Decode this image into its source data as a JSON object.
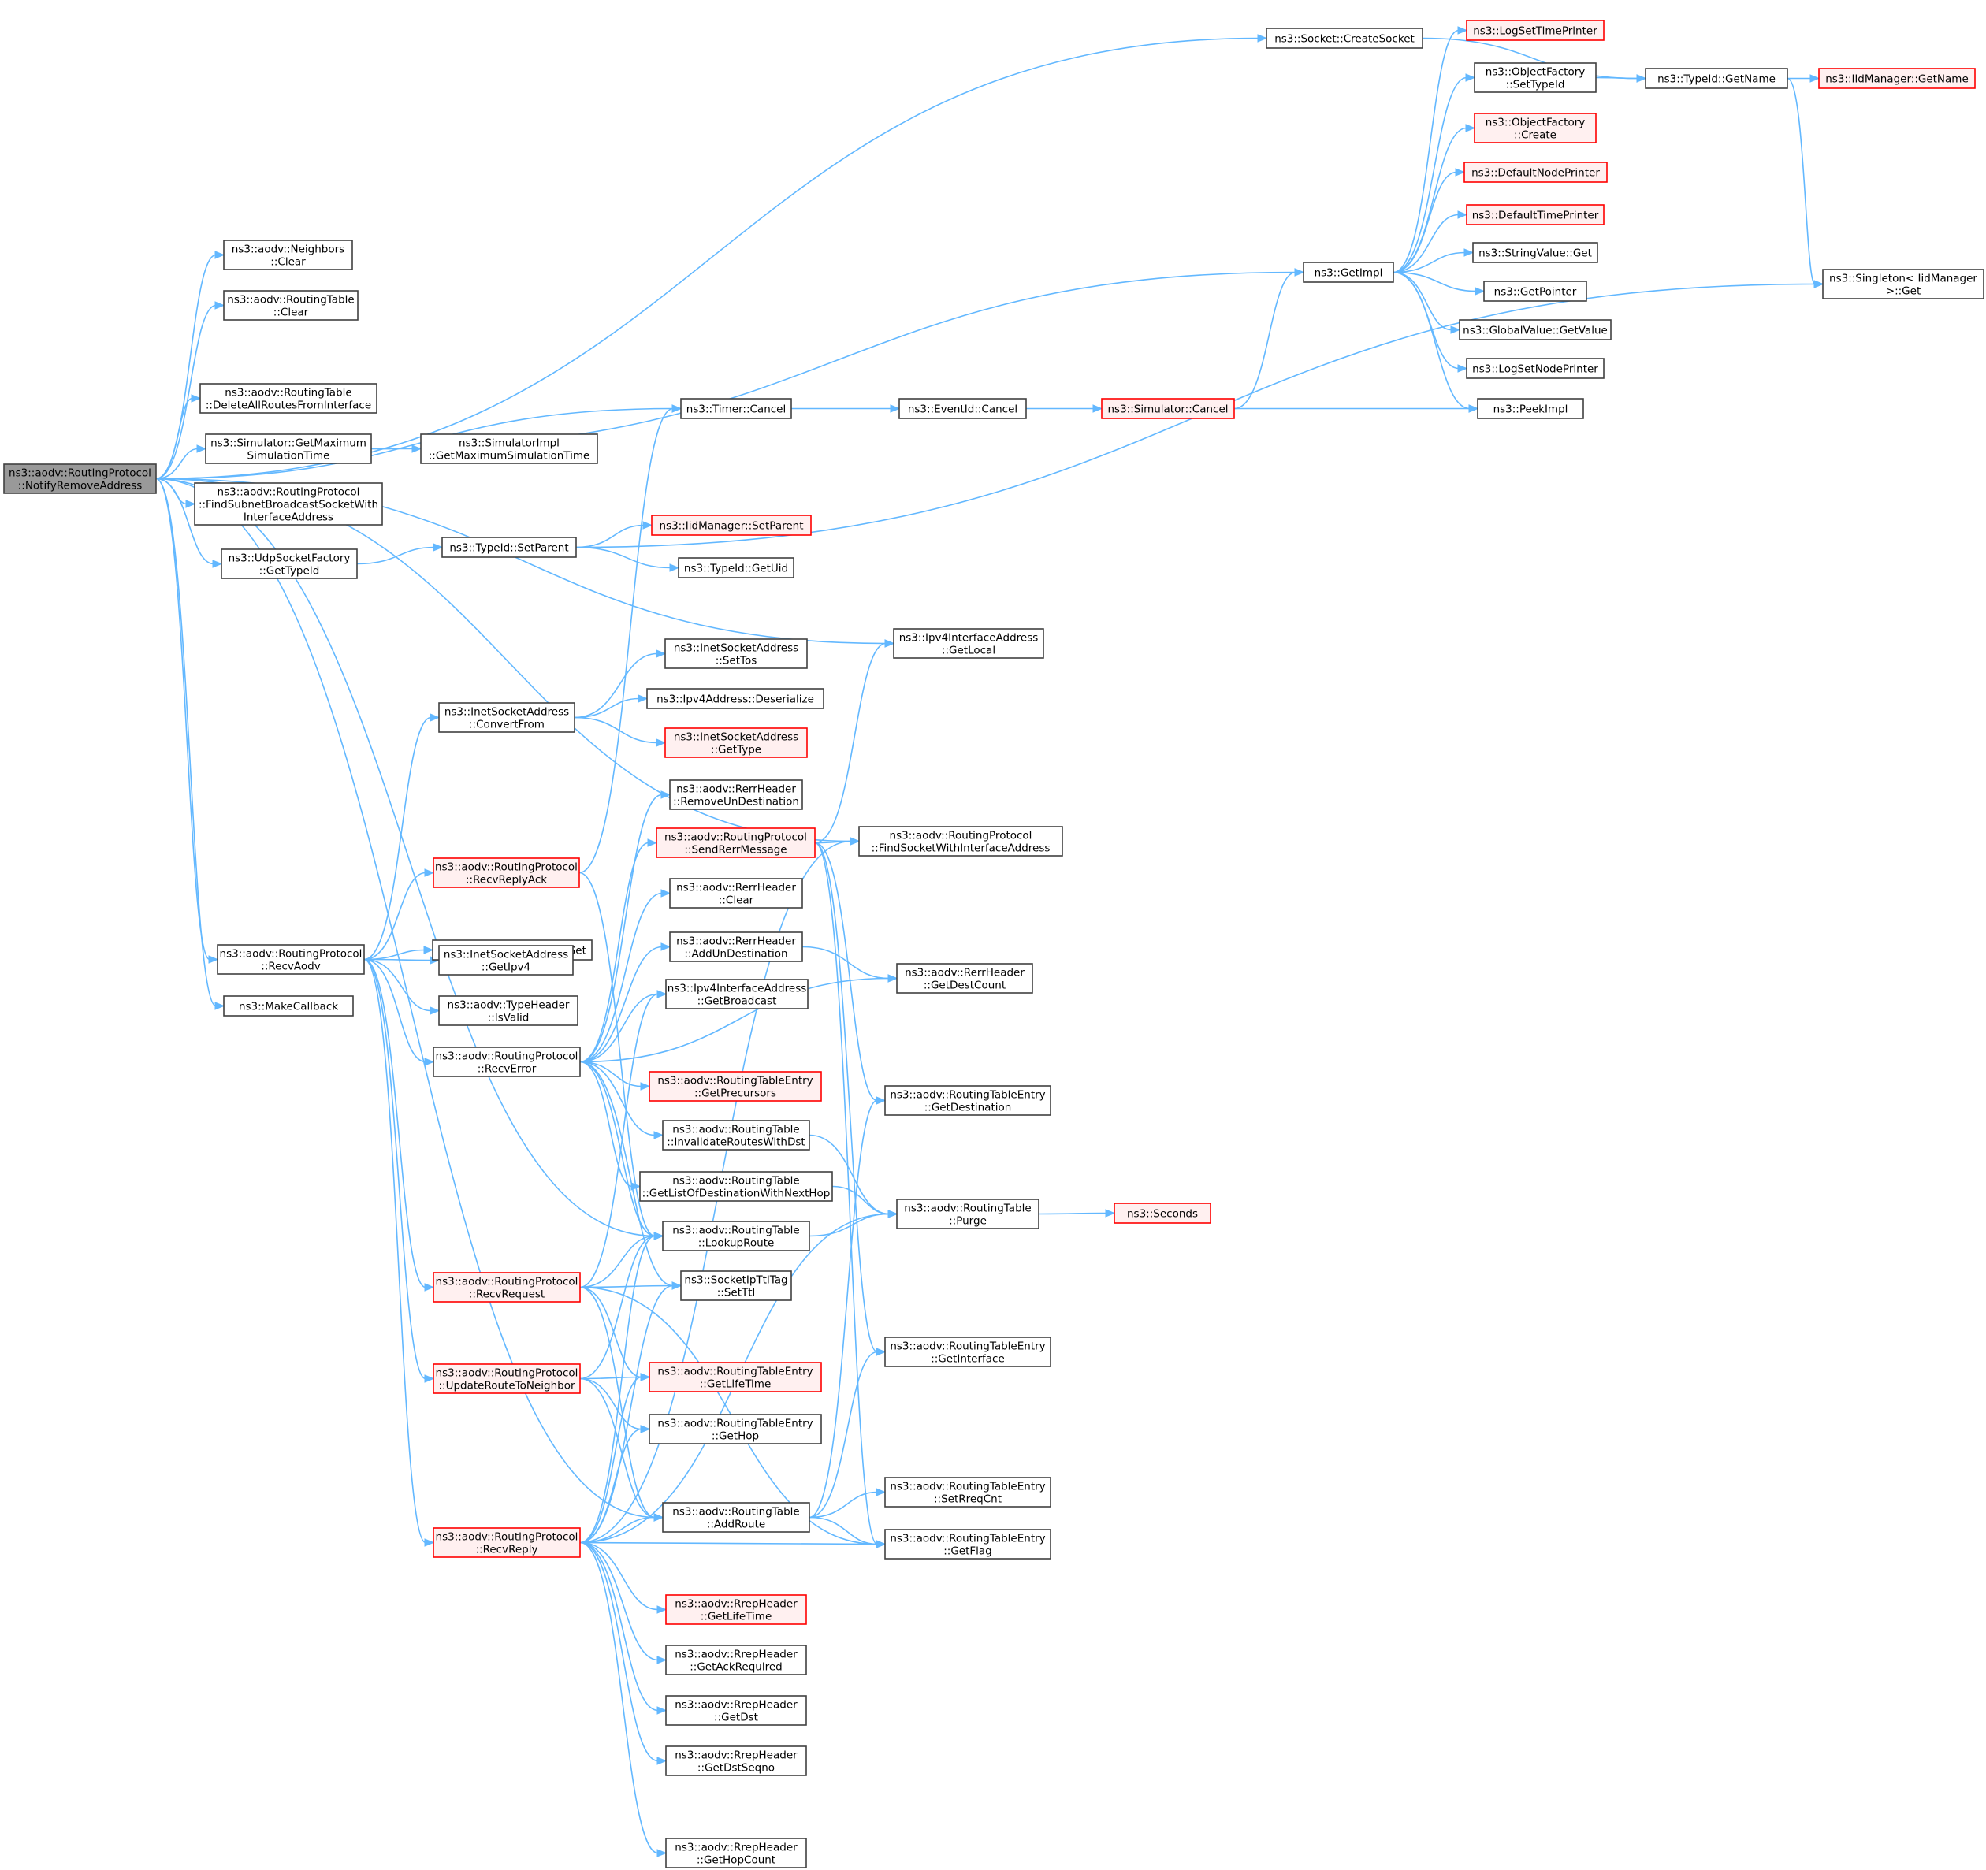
{
  "nodes": [
    {
      "id": "root",
      "lines": [
        "ns3::aodv::RoutingProtocol",
        "::NotifyRemoveAddress"
      ],
      "root": true
    },
    {
      "id": "createsocket",
      "lines": [
        "ns3::Socket::CreateSocket"
      ]
    },
    {
      "id": "nb_clear",
      "lines": [
        "ns3::aodv::Neighbors",
        "::Clear"
      ]
    },
    {
      "id": "rt_clear",
      "lines": [
        "ns3::aodv::RoutingTable",
        "::Clear"
      ]
    },
    {
      "id": "deleteall",
      "lines": [
        "ns3::aodv::RoutingTable",
        "::DeleteAllRoutesFromInterface"
      ]
    },
    {
      "id": "getmaxsim",
      "lines": [
        "ns3::Simulator::GetMaximum",
        "SimulationTime"
      ]
    },
    {
      "id": "impl_getmax",
      "lines": [
        "ns3::SimulatorImpl",
        "::GetMaximumSimulationTime"
      ]
    },
    {
      "id": "findsubnet",
      "lines": [
        "ns3::aodv::RoutingProtocol",
        "::FindSubnetBroadcastSocketWith",
        "InterfaceAddress"
      ]
    },
    {
      "id": "udp_gettypeid",
      "lines": [
        "ns3::UdpSocketFactory",
        "::GetTypeId"
      ]
    },
    {
      "id": "setparent",
      "lines": [
        "ns3::TypeId::SetParent"
      ]
    },
    {
      "id": "iid_setparent",
      "lines": [
        "ns3::IidManager::SetParent"
      ],
      "red": true
    },
    {
      "id": "getuid",
      "lines": [
        "ns3::TypeId::GetUid"
      ]
    },
    {
      "id": "timer_cancel",
      "lines": [
        "ns3::Timer::Cancel"
      ]
    },
    {
      "id": "eventid_cancel",
      "lines": [
        "ns3::EventId::Cancel"
      ]
    },
    {
      "id": "sim_cancel",
      "lines": [
        "ns3::Simulator::Cancel"
      ],
      "red": true
    },
    {
      "id": "peekimpl",
      "lines": [
        "ns3::PeekImpl"
      ]
    },
    {
      "id": "getimpl",
      "lines": [
        "ns3::GetImpl"
      ]
    },
    {
      "id": "logsettime",
      "lines": [
        "ns3::LogSetTimePrinter"
      ],
      "red": true
    },
    {
      "id": "of_settypeid",
      "lines": [
        "ns3::ObjectFactory",
        "::SetTypeId"
      ]
    },
    {
      "id": "of_create",
      "lines": [
        "ns3::ObjectFactory",
        "::Create"
      ],
      "red": true
    },
    {
      "id": "defnode",
      "lines": [
        "ns3::DefaultNodePrinter"
      ],
      "red": true
    },
    {
      "id": "deftime",
      "lines": [
        "ns3::DefaultTimePrinter"
      ],
      "red": true
    },
    {
      "id": "strget",
      "lines": [
        "ns3::StringValue::Get"
      ]
    },
    {
      "id": "getpointer",
      "lines": [
        "ns3::GetPointer"
      ]
    },
    {
      "id": "gv_getvalue",
      "lines": [
        "ns3::GlobalValue::GetValue"
      ]
    },
    {
      "id": "logsetnode",
      "lines": [
        "ns3::LogSetNodePrinter"
      ]
    },
    {
      "id": "typeid_getname",
      "lines": [
        "ns3::TypeId::GetName"
      ]
    },
    {
      "id": "iid_getname",
      "lines": [
        "ns3::IidManager::GetName"
      ],
      "red": true
    },
    {
      "id": "singleton",
      "lines": [
        "ns3::Singleton< IidManager",
        ">::Get"
      ]
    },
    {
      "id": "ipv4_getlocal",
      "lines": [
        "ns3::Ipv4InterfaceAddress",
        "::GetLocal"
      ]
    },
    {
      "id": "findsocket",
      "lines": [
        "ns3::aodv::RoutingProtocol",
        "::FindSocketWithInterfaceAddress"
      ]
    },
    {
      "id": "recvaodv",
      "lines": [
        "ns3::aodv::RoutingProtocol",
        "::RecvAodv"
      ]
    },
    {
      "id": "makecallback",
      "lines": [
        "ns3::MakeCallback"
      ]
    },
    {
      "id": "convertfrom",
      "lines": [
        "ns3::InetSocketAddress",
        "::ConvertFrom"
      ]
    },
    {
      "id": "settos",
      "lines": [
        "ns3::InetSocketAddress",
        "::SetTos"
      ]
    },
    {
      "id": "deserialize",
      "lines": [
        "ns3::Ipv4Address::Deserialize"
      ]
    },
    {
      "id": "inet_gettype",
      "lines": [
        "ns3::InetSocketAddress",
        "::GetType"
      ],
      "red": true
    },
    {
      "id": "recvreplyack",
      "lines": [
        "ns3::aodv::RoutingProtocol",
        "::RecvReplyAck"
      ],
      "red": true
    },
    {
      "id": "typeheader_get",
      "lines": [
        "ns3::aodv::TypeHeader::Get"
      ]
    },
    {
      "id": "getipv4",
      "lines": [
        "ns3::InetSocketAddress",
        "::GetIpv4"
      ]
    },
    {
      "id": "isvalid",
      "lines": [
        "ns3::aodv::TypeHeader",
        "::IsValid"
      ]
    },
    {
      "id": "recverror",
      "lines": [
        "ns3::aodv::RoutingProtocol",
        "::RecvError"
      ]
    },
    {
      "id": "recvrequest",
      "lines": [
        "ns3::aodv::RoutingProtocol",
        "::RecvRequest"
      ],
      "red": true
    },
    {
      "id": "updateroute",
      "lines": [
        "ns3::aodv::RoutingProtocol",
        "::UpdateRouteToNeighbor"
      ],
      "red": true
    },
    {
      "id": "recvreply",
      "lines": [
        "ns3::aodv::RoutingProtocol",
        "::RecvReply"
      ],
      "red": true
    },
    {
      "id": "removeundest",
      "lines": [
        "ns3::aodv::RerrHeader",
        "::RemoveUnDestination"
      ]
    },
    {
      "id": "sendrerr",
      "lines": [
        "ns3::aodv::RoutingProtocol",
        "::SendRerrMessage"
      ],
      "red": true
    },
    {
      "id": "rerr_clear",
      "lines": [
        "ns3::aodv::RerrHeader",
        "::Clear"
      ]
    },
    {
      "id": "addundest",
      "lines": [
        "ns3::aodv::RerrHeader",
        "::AddUnDestination"
      ]
    },
    {
      "id": "getbroadcast",
      "lines": [
        "ns3::Ipv4InterfaceAddress",
        "::GetBroadcast"
      ]
    },
    {
      "id": "getdestcount",
      "lines": [
        "ns3::aodv::RerrHeader",
        "::GetDestCount"
      ]
    },
    {
      "id": "getprecursors",
      "lines": [
        "ns3::aodv::RoutingTableEntry",
        "::GetPrecursors"
      ],
      "red": true
    },
    {
      "id": "invalidate",
      "lines": [
        "ns3::aodv::RoutingTable",
        "::InvalidateRoutesWithDst"
      ]
    },
    {
      "id": "getlistdest",
      "lines": [
        "ns3::aodv::RoutingTable",
        "::GetListOfDestinationWithNextHop"
      ]
    },
    {
      "id": "lookuproute",
      "lines": [
        "ns3::aodv::RoutingTable",
        "::LookupRoute"
      ]
    },
    {
      "id": "setttl",
      "lines": [
        "ns3::SocketIpTtlTag",
        "::SetTtl"
      ]
    },
    {
      "id": "rte_getlifetime",
      "lines": [
        "ns3::aodv::RoutingTableEntry",
        "::GetLifeTime"
      ],
      "red": true
    },
    {
      "id": "rte_gethop",
      "lines": [
        "ns3::aodv::RoutingTableEntry",
        "::GetHop"
      ]
    },
    {
      "id": "addroute",
      "lines": [
        "ns3::aodv::RoutingTable",
        "::AddRoute"
      ]
    },
    {
      "id": "rrep_getlifetime",
      "lines": [
        "ns3::aodv::RrepHeader",
        "::GetLifeTime"
      ],
      "red": true
    },
    {
      "id": "getackreq",
      "lines": [
        "ns3::aodv::RrepHeader",
        "::GetAckRequired"
      ]
    },
    {
      "id": "getdst",
      "lines": [
        "ns3::aodv::RrepHeader",
        "::GetDst"
      ]
    },
    {
      "id": "getdstseqno",
      "lines": [
        "ns3::aodv::RrepHeader",
        "::GetDstSeqno"
      ]
    },
    {
      "id": "gethopcount",
      "lines": [
        "ns3::aodv::RrepHeader",
        "::GetHopCount"
      ]
    },
    {
      "id": "rte_getdest",
      "lines": [
        "ns3::aodv::RoutingTableEntry",
        "::GetDestination"
      ]
    },
    {
      "id": "purge",
      "lines": [
        "ns3::aodv::RoutingTable",
        "::Purge"
      ]
    },
    {
      "id": "seconds",
      "lines": [
        "ns3::Seconds"
      ],
      "red": true
    },
    {
      "id": "rte_getinterface",
      "lines": [
        "ns3::aodv::RoutingTableEntry",
        "::GetInterface"
      ]
    },
    {
      "id": "setrreqcnt",
      "lines": [
        "ns3::aodv::RoutingTableEntry",
        "::SetRreqCnt"
      ]
    },
    {
      "id": "getflag",
      "lines": [
        "ns3::aodv::RoutingTableEntry",
        "::GetFlag"
      ]
    }
  ],
  "edges": [
    [
      "root",
      "createsocket"
    ],
    [
      "root",
      "nb_clear"
    ],
    [
      "root",
      "rt_clear"
    ],
    [
      "root",
      "deleteall"
    ],
    [
      "root",
      "getmaxsim"
    ],
    [
      "root",
      "findsubnet"
    ],
    [
      "root",
      "udp_gettypeid"
    ],
    [
      "root",
      "timer_cancel"
    ],
    [
      "root",
      "ipv4_getlocal"
    ],
    [
      "root",
      "findsocket"
    ],
    [
      "root",
      "recvaodv"
    ],
    [
      "root",
      "makecallback"
    ],
    [
      "root",
      "lookuproute"
    ],
    [
      "root",
      "addroute"
    ],
    [
      "createsocket",
      "typeid_getname"
    ],
    [
      "getmaxsim",
      "impl_getmax"
    ],
    [
      "getmaxsim",
      "getimpl"
    ],
    [
      "udp_gettypeid",
      "setparent"
    ],
    [
      "setparent",
      "iid_setparent"
    ],
    [
      "setparent",
      "getuid"
    ],
    [
      "setparent",
      "singleton"
    ],
    [
      "timer_cancel",
      "eventid_cancel"
    ],
    [
      "eventid_cancel",
      "sim_cancel"
    ],
    [
      "sim_cancel",
      "getimpl"
    ],
    [
      "sim_cancel",
      "peekimpl"
    ],
    [
      "getimpl",
      "logsettime"
    ],
    [
      "getimpl",
      "of_settypeid"
    ],
    [
      "getimpl",
      "of_create"
    ],
    [
      "getimpl",
      "defnode"
    ],
    [
      "getimpl",
      "deftime"
    ],
    [
      "getimpl",
      "strget"
    ],
    [
      "getimpl",
      "getpointer"
    ],
    [
      "getimpl",
      "gv_getvalue"
    ],
    [
      "getimpl",
      "logsetnode"
    ],
    [
      "getimpl",
      "peekimpl"
    ],
    [
      "of_settypeid",
      "typeid_getname"
    ],
    [
      "typeid_getname",
      "iid_getname"
    ],
    [
      "typeid_getname",
      "singleton"
    ],
    [
      "recvaodv",
      "convertfrom"
    ],
    [
      "recvaodv",
      "recvreplyack"
    ],
    [
      "recvaodv",
      "typeheader_get"
    ],
    [
      "recvaodv",
      "getipv4"
    ],
    [
      "recvaodv",
      "isvalid"
    ],
    [
      "recvaodv",
      "recverror"
    ],
    [
      "recvaodv",
      "recvrequest"
    ],
    [
      "recvaodv",
      "updateroute"
    ],
    [
      "recvaodv",
      "recvreply"
    ],
    [
      "convertfrom",
      "settos"
    ],
    [
      "convertfrom",
      "deserialize"
    ],
    [
      "convertfrom",
      "inet_gettype"
    ],
    [
      "recvreplyack",
      "timer_cancel"
    ],
    [
      "recvreplyack",
      "lookuproute"
    ],
    [
      "recverror",
      "removeundest"
    ],
    [
      "recverror",
      "sendrerr"
    ],
    [
      "recverror",
      "rerr_clear"
    ],
    [
      "recverror",
      "addundest"
    ],
    [
      "recverror",
      "getbroadcast"
    ],
    [
      "recverror",
      "getdestcount"
    ],
    [
      "recverror",
      "getprecursors"
    ],
    [
      "recverror",
      "invalidate"
    ],
    [
      "recverror",
      "getlistdest"
    ],
    [
      "recverror",
      "lookuproute"
    ],
    [
      "recverror",
      "setttl"
    ],
    [
      "sendrerr",
      "ipv4_getlocal"
    ],
    [
      "sendrerr",
      "findsocket"
    ],
    [
      "sendrerr",
      "rte_getdest"
    ],
    [
      "sendrerr",
      "rte_getinterface"
    ],
    [
      "sendrerr",
      "getflag"
    ],
    [
      "addundest",
      "getdestcount"
    ],
    [
      "invalidate",
      "purge"
    ],
    [
      "getlistdest",
      "purge"
    ],
    [
      "lookuproute",
      "purge"
    ],
    [
      "purge",
      "seconds"
    ],
    [
      "recvrequest",
      "getbroadcast"
    ],
    [
      "recvrequest",
      "lookuproute"
    ],
    [
      "recvrequest",
      "setttl"
    ],
    [
      "recvrequest",
      "rte_getlifetime"
    ],
    [
      "recvrequest",
      "addroute"
    ],
    [
      "recvrequest",
      "getflag"
    ],
    [
      "updateroute",
      "lookuproute"
    ],
    [
      "updateroute",
      "rte_getlifetime"
    ],
    [
      "updateroute",
      "rte_gethop"
    ],
    [
      "updateroute",
      "addroute"
    ],
    [
      "recvreply",
      "lookuproute"
    ],
    [
      "recvreply",
      "setttl"
    ],
    [
      "recvreply",
      "rte_getlifetime"
    ],
    [
      "recvreply",
      "rte_gethop"
    ],
    [
      "recvreply",
      "addroute"
    ],
    [
      "recvreply",
      "rrep_getlifetime"
    ],
    [
      "recvreply",
      "getackreq"
    ],
    [
      "recvreply",
      "getdst"
    ],
    [
      "recvreply",
      "getdstseqno"
    ],
    [
      "recvreply",
      "gethopcount"
    ],
    [
      "recvreply",
      "findsocket"
    ],
    [
      "recvreply",
      "purge"
    ],
    [
      "recvreply",
      "getflag"
    ],
    [
      "addroute",
      "rte_getdest"
    ],
    [
      "addroute",
      "rte_getinterface"
    ],
    [
      "addroute",
      "setrreqcnt"
    ],
    [
      "addroute",
      "getflag"
    ]
  ]
}
